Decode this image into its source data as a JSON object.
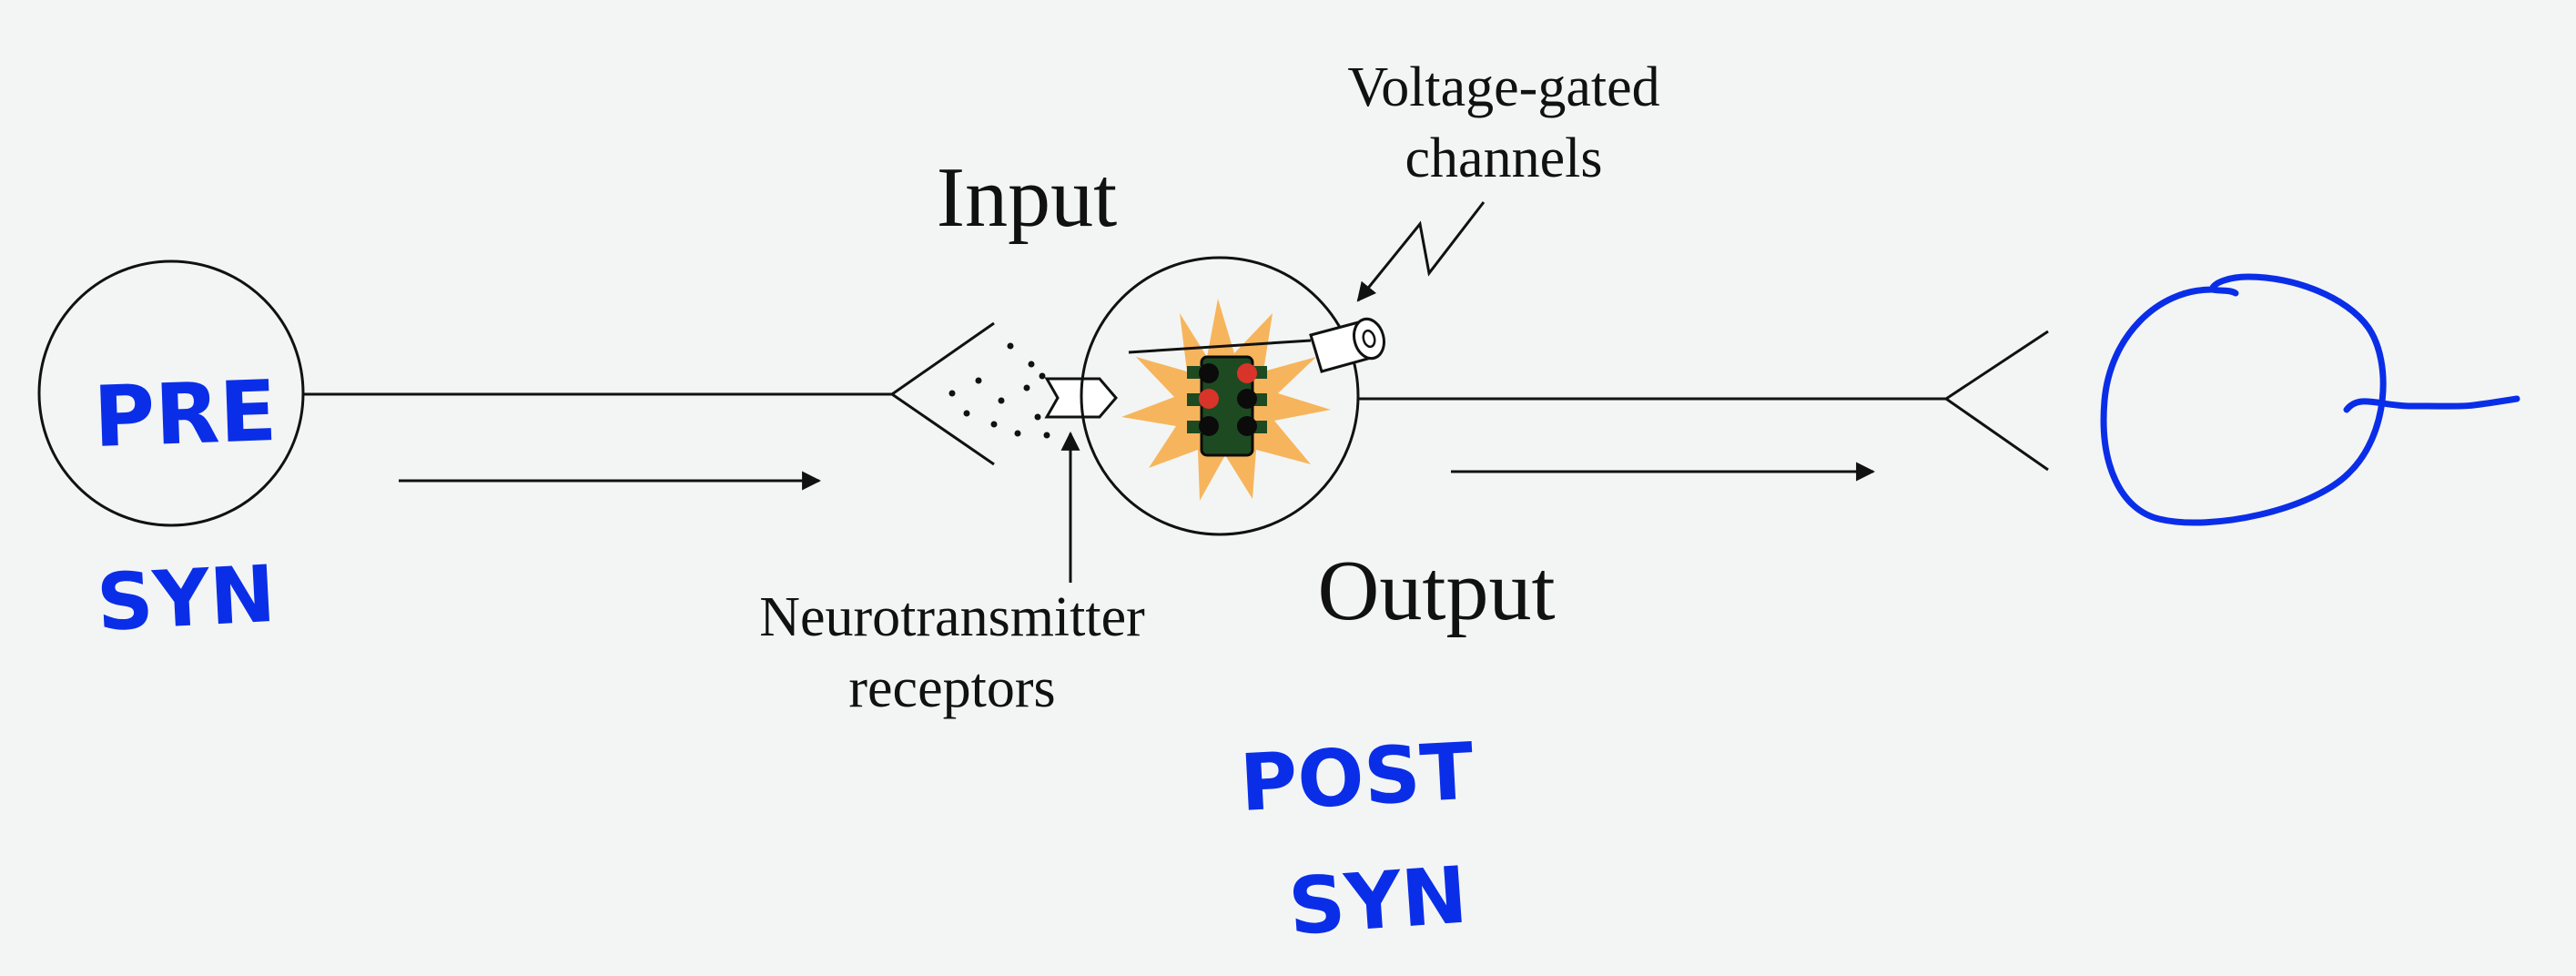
{
  "labels": {
    "input": "Input",
    "output": "Output",
    "voltage_line1": "Voltage-gated",
    "voltage_line2": "channels",
    "neuro_line1": "Neurotransmitter",
    "neuro_line2": "receptors"
  },
  "handwriting": {
    "pre": "PRE",
    "syn_left": "SYN",
    "post": "POST",
    "syn_bottom": "SYN"
  },
  "colors": {
    "ink": "#111111",
    "pen": "#0a2ee8",
    "burst": "#f6b55c",
    "light_body": "#1e4a22",
    "light_red": "#d8342a",
    "light_off": "#0b0b0b",
    "background": "#f3f5f4"
  },
  "icons": {
    "traffic_light": "traffic-light-icon",
    "channel": "cylinder-channel-icon"
  }
}
